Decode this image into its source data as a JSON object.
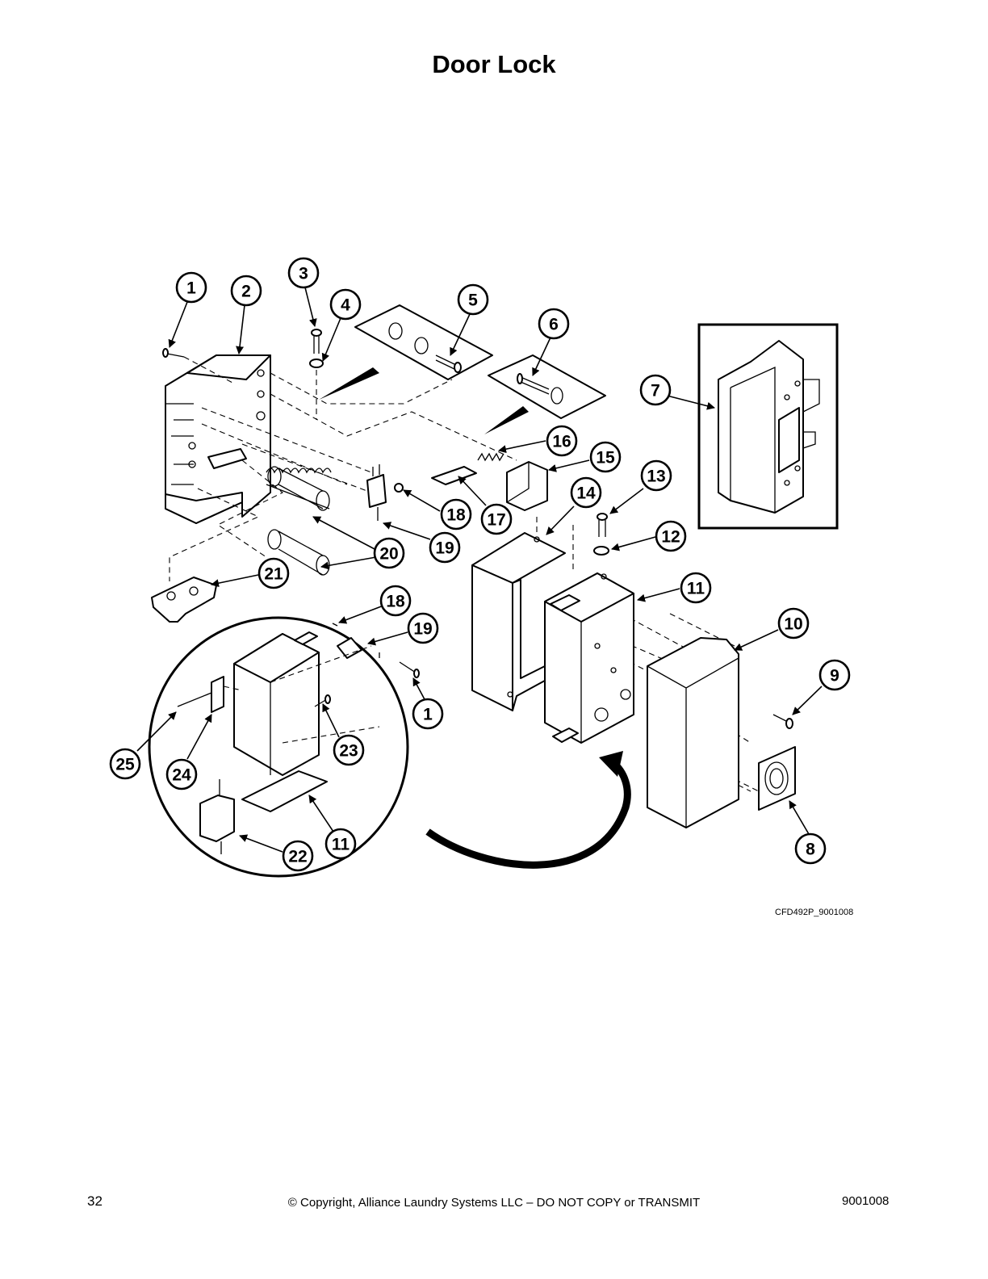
{
  "title": "Door Lock",
  "drawing_id": "CFD492P_9001008",
  "footer": {
    "page_number": "32",
    "copyright": "© Copyright, Alliance Laundry Systems LLC – DO NOT COPY or TRANSMIT",
    "doc_number": "9001008"
  },
  "callouts": [
    "1",
    "2",
    "3",
    "4",
    "5",
    "6",
    "7",
    "8",
    "9",
    "10",
    "11",
    "12",
    "13",
    "14",
    "15",
    "16",
    "17",
    "18",
    "19",
    "20",
    "21",
    "22",
    "23",
    "24",
    "25"
  ],
  "detail_callouts": [
    "18",
    "19",
    "1",
    "23",
    "11",
    "22",
    "24",
    "25"
  ]
}
